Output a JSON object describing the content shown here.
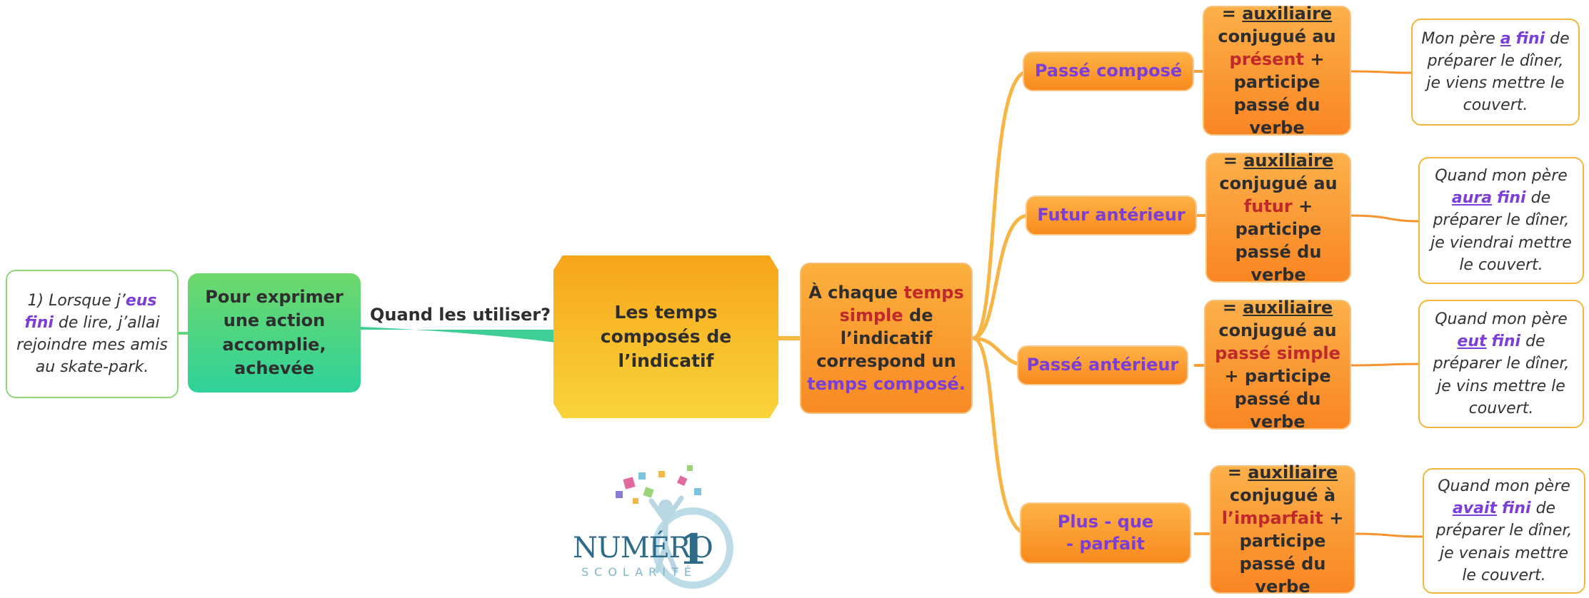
{
  "left_example": {
    "number": "1)",
    "pre": "Lorsque j’",
    "verb_a": "eus",
    "verb_b": "fini",
    "post": "de lire, j’allai rejoindre mes amis au skate-park."
  },
  "purpose": "Pour exprimer une action accomplie, achevée",
  "question": "Quand les utiliser?",
  "topic": "Les temps composés de l’indicatif",
  "center": {
    "pre": "À chaque",
    "red": "temps simple",
    "mid": "de l’indicatif correspond un",
    "purple": "temps composé."
  },
  "branches": [
    {
      "tense": "Passé composé",
      "rule": {
        "eq": "=",
        "aux": "auxiliaire",
        "conj": "conjugué au",
        "tense_word": "présent",
        "plus": "+",
        "rest": "participe passé du verbe"
      },
      "example": {
        "pre": "Mon père",
        "aux": "a",
        "verb": "fini",
        "post": "de préparer le dîner, je viens mettre le couvert."
      }
    },
    {
      "tense": "Futur antérieur",
      "rule": {
        "eq": "=",
        "aux": "auxiliaire",
        "conj": "conjugué au",
        "tense_word": "futur",
        "plus": "+",
        "rest": "participe passé du verbe"
      },
      "example": {
        "pre": "Quand mon père",
        "aux": "aura",
        "verb": "fini",
        "post": "de préparer le dîner, je viendrai mettre le couvert."
      }
    },
    {
      "tense": "Passé antérieur",
      "rule": {
        "eq": "=",
        "aux": "auxiliaire",
        "conj": "conjugué au",
        "tense_word": "passé simple",
        "plus": "+",
        "rest": "participe passé du verbe"
      },
      "example": {
        "pre": "Quand mon père",
        "aux": "eut",
        "verb": "fini",
        "post": "de préparer le dîner, je vins mettre le couvert."
      }
    },
    {
      "tense": "Plus - que - parfait",
      "rule": {
        "eq": "=",
        "aux": "auxiliaire",
        "conj": "conjugué à",
        "tense_word": "l’imparfait",
        "plus": "+",
        "rest": "participe passé du verbe"
      },
      "example": {
        "pre": "Quand mon père",
        "aux": "avait",
        "verb": "fini",
        "post": "de préparer le dîner, je venais mettre le couvert."
      }
    }
  ],
  "logo": {
    "main": "NUMÉRO",
    "digit": "1",
    "sub": "SCOLARITÉ"
  },
  "colors": {
    "orange": "#f98c23",
    "green": "#2ed29a",
    "purple": "#7b3fd8",
    "red": "#c0282a"
  }
}
